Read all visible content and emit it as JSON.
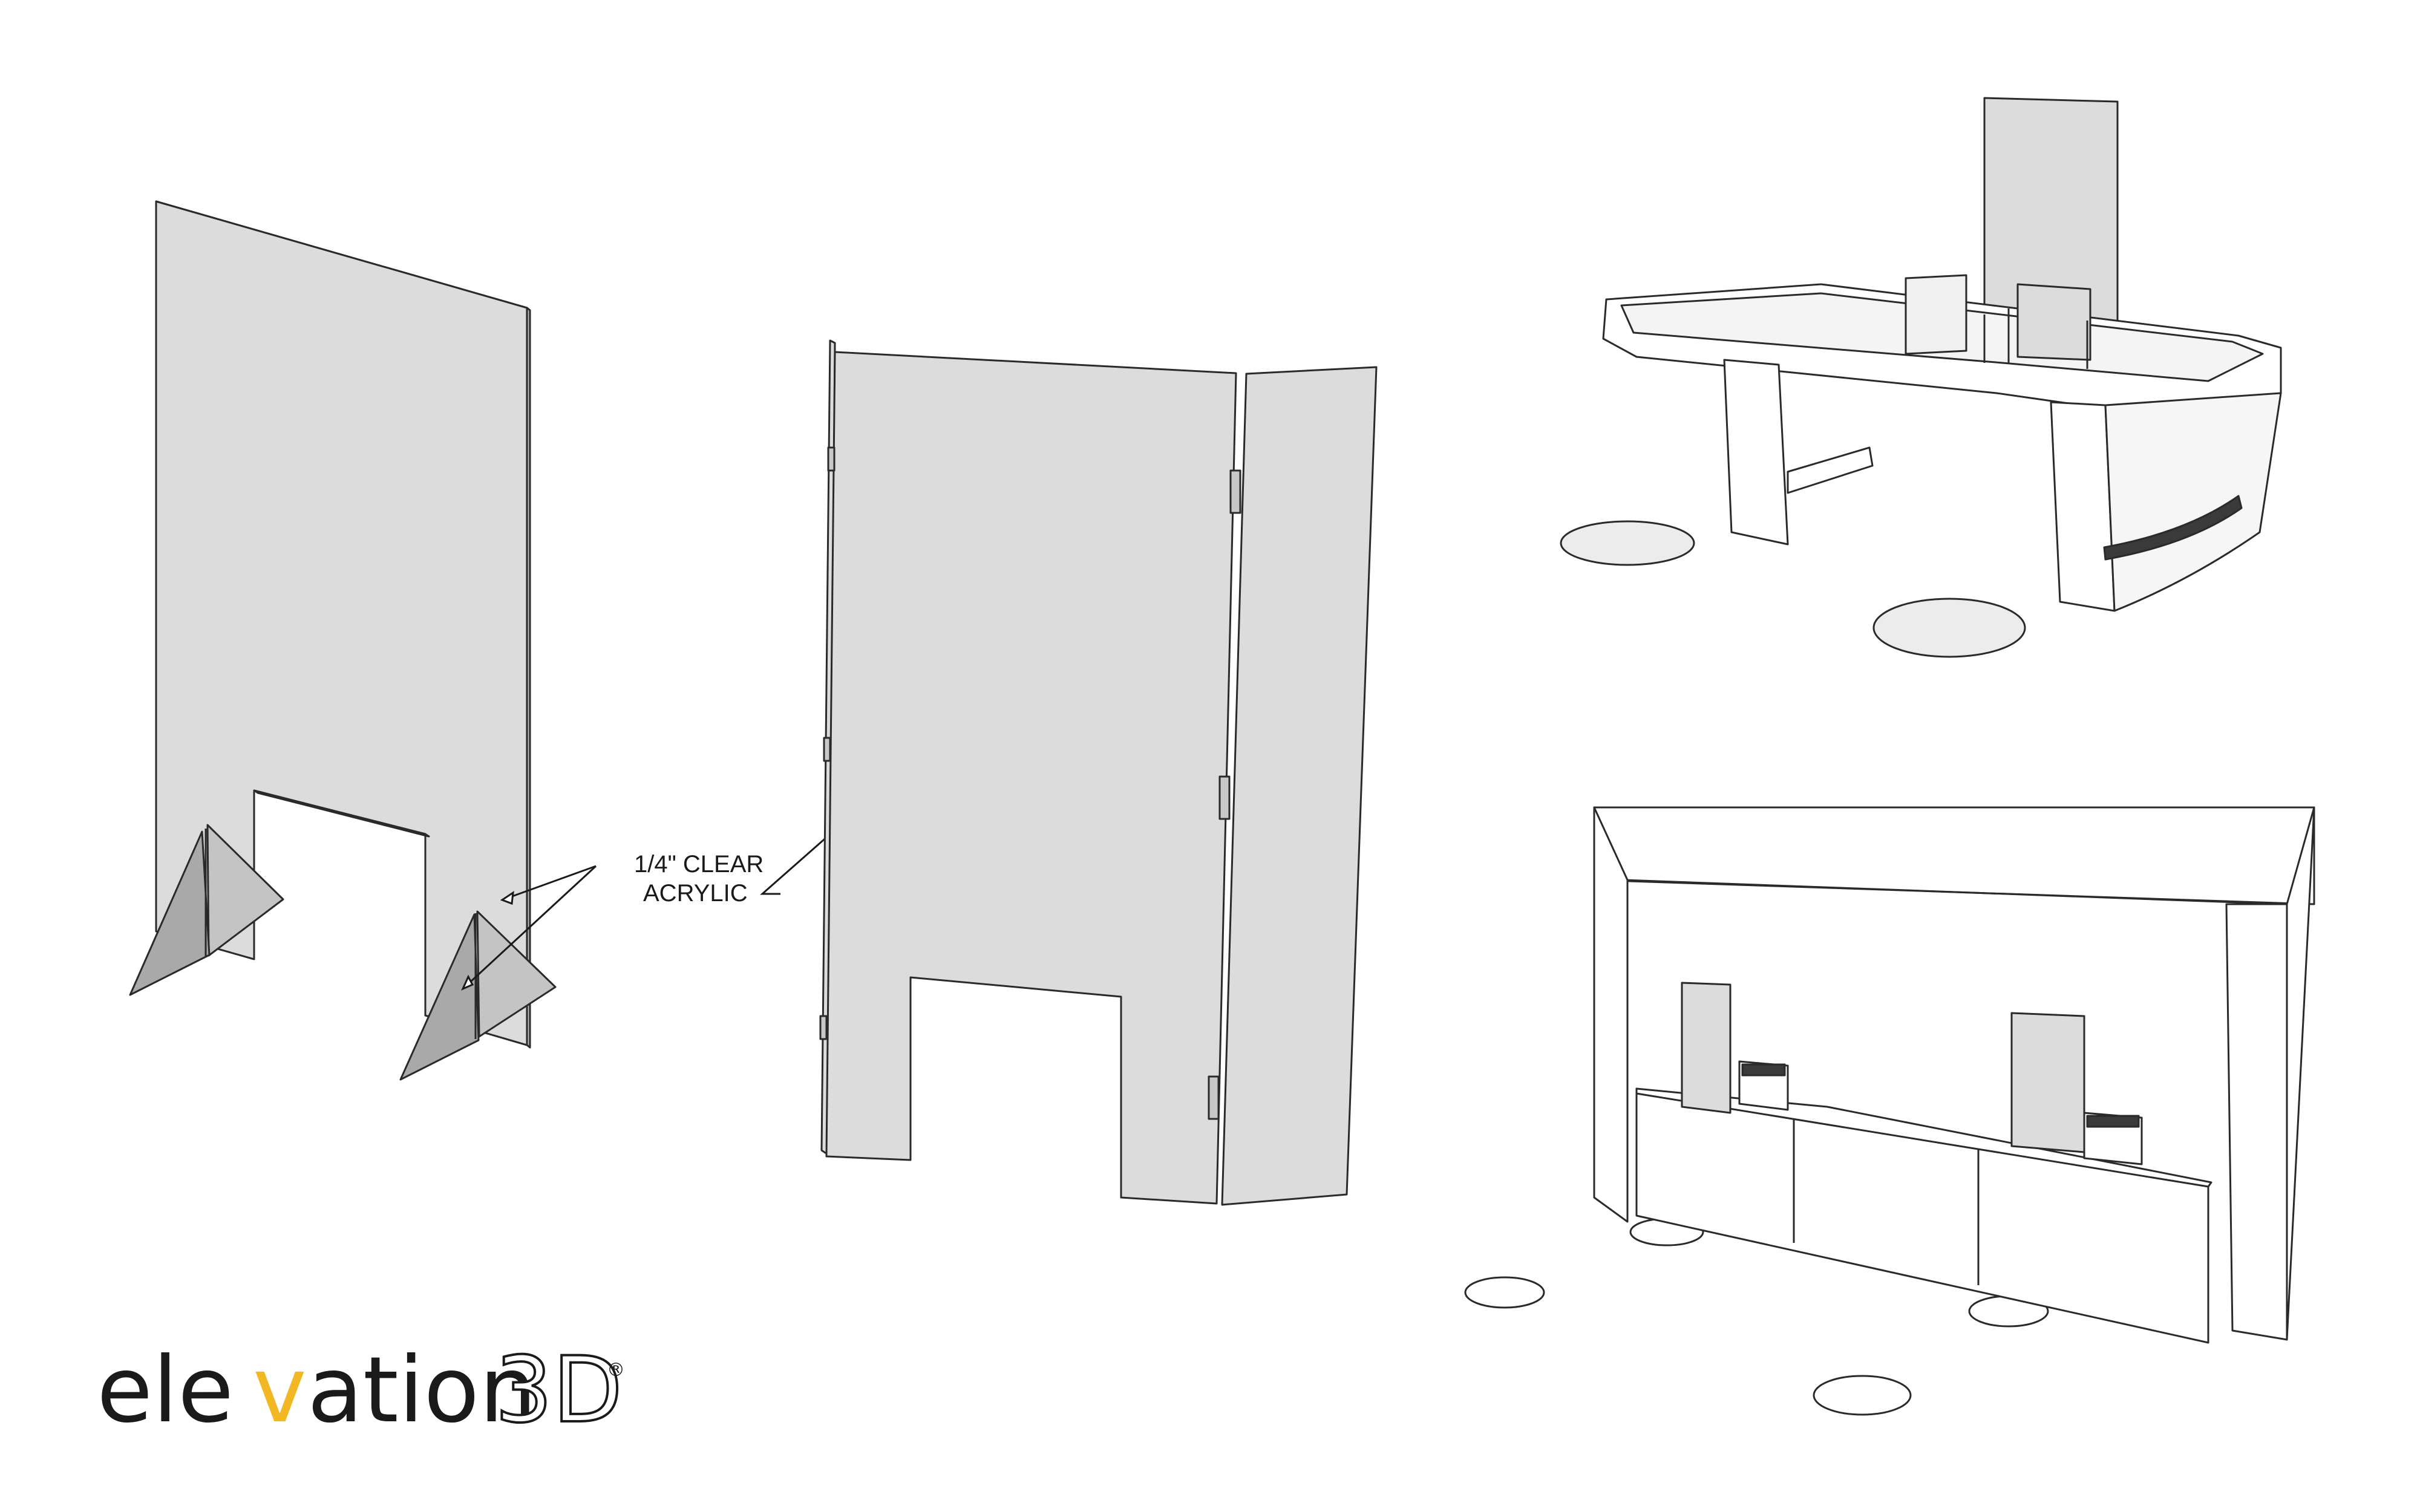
{
  "annotation": {
    "line1": "1/4\" CLEAR",
    "line2": "ACRYLIC"
  },
  "logo": {
    "prefix": "ele",
    "stylized_letter": "v",
    "suffix": "ation",
    "suffix_3d": "3D",
    "registered": "®",
    "accent_color": "#f2b824"
  },
  "colors": {
    "panel_fill": "#dcdcdc",
    "stroke": "#2a2a2a",
    "dark_fill": "#3a3a3a"
  }
}
